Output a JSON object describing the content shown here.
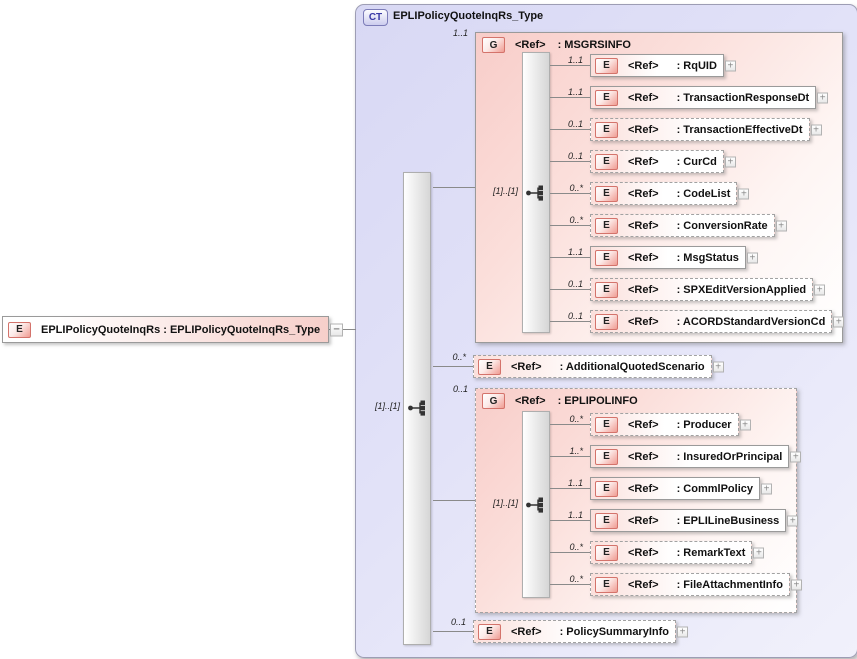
{
  "shared": {
    "ref_label": "<Ref>",
    "expand_glyph": "+",
    "collapse_glyph": "−",
    "sequence_cardinality": "[1]..[1]"
  },
  "colors": {
    "complex_type_fill": "#dcdcf6",
    "group_fill": "#f8cdc9",
    "badge_border": "#d4736b",
    "connector": "#8a8a8a"
  },
  "root_element": {
    "badge": "E",
    "label": "EPLIPolicyQuoteInqRs : EPLIPolicyQuoteInqRs_Type"
  },
  "complex_type": {
    "badge": "CT",
    "title": "EPLIPolicyQuoteInqRs_Type",
    "msgrsinfo": {
      "badge": "G",
      "ref": "<Ref>",
      "name": ": MSGRSINFO",
      "cardinality": "1..1",
      "children": [
        {
          "badge": "E",
          "name": ": RqUID",
          "cardinality": "1..1"
        },
        {
          "badge": "E",
          "name": ": TransactionResponseDt",
          "cardinality": "1..1"
        },
        {
          "badge": "E",
          "name": ": TransactionEffectiveDt",
          "cardinality": "0..1"
        },
        {
          "badge": "E",
          "name": ": CurCd",
          "cardinality": "0..1"
        },
        {
          "badge": "E",
          "name": ": CodeList",
          "cardinality": "0..*"
        },
        {
          "badge": "E",
          "name": ": ConversionRate",
          "cardinality": "0..*"
        },
        {
          "badge": "E",
          "name": ": MsgStatus",
          "cardinality": "1..1"
        },
        {
          "badge": "E",
          "name": ": SPXEditVersionApplied",
          "cardinality": "0..1"
        },
        {
          "badge": "E",
          "name": ": ACORDStandardVersionCd",
          "cardinality": "0..1"
        }
      ]
    },
    "additional_quoted_scenario": {
      "badge": "E",
      "name": ": AdditionalQuotedScenario",
      "cardinality": "0..*"
    },
    "eplipolinfo": {
      "badge": "G",
      "ref": "<Ref>",
      "name": ": EPLIPOLINFO",
      "cardinality": "0..1",
      "children": [
        {
          "badge": "E",
          "name": ": Producer",
          "cardinality": "0..*"
        },
        {
          "badge": "E",
          "name": ": InsuredOrPrincipal",
          "cardinality": "1..*"
        },
        {
          "badge": "E",
          "name": ": CommlPolicy",
          "cardinality": "1..1"
        },
        {
          "badge": "E",
          "name": ": EPLILineBusiness",
          "cardinality": "1..1"
        },
        {
          "badge": "E",
          "name": ": RemarkText",
          "cardinality": "0..*"
        },
        {
          "badge": "E",
          "name": ": FileAttachmentInfo",
          "cardinality": "0..*"
        }
      ]
    },
    "policy_summary_info": {
      "badge": "E",
      "name": ": PolicySummaryInfo",
      "cardinality": "0..1"
    }
  }
}
